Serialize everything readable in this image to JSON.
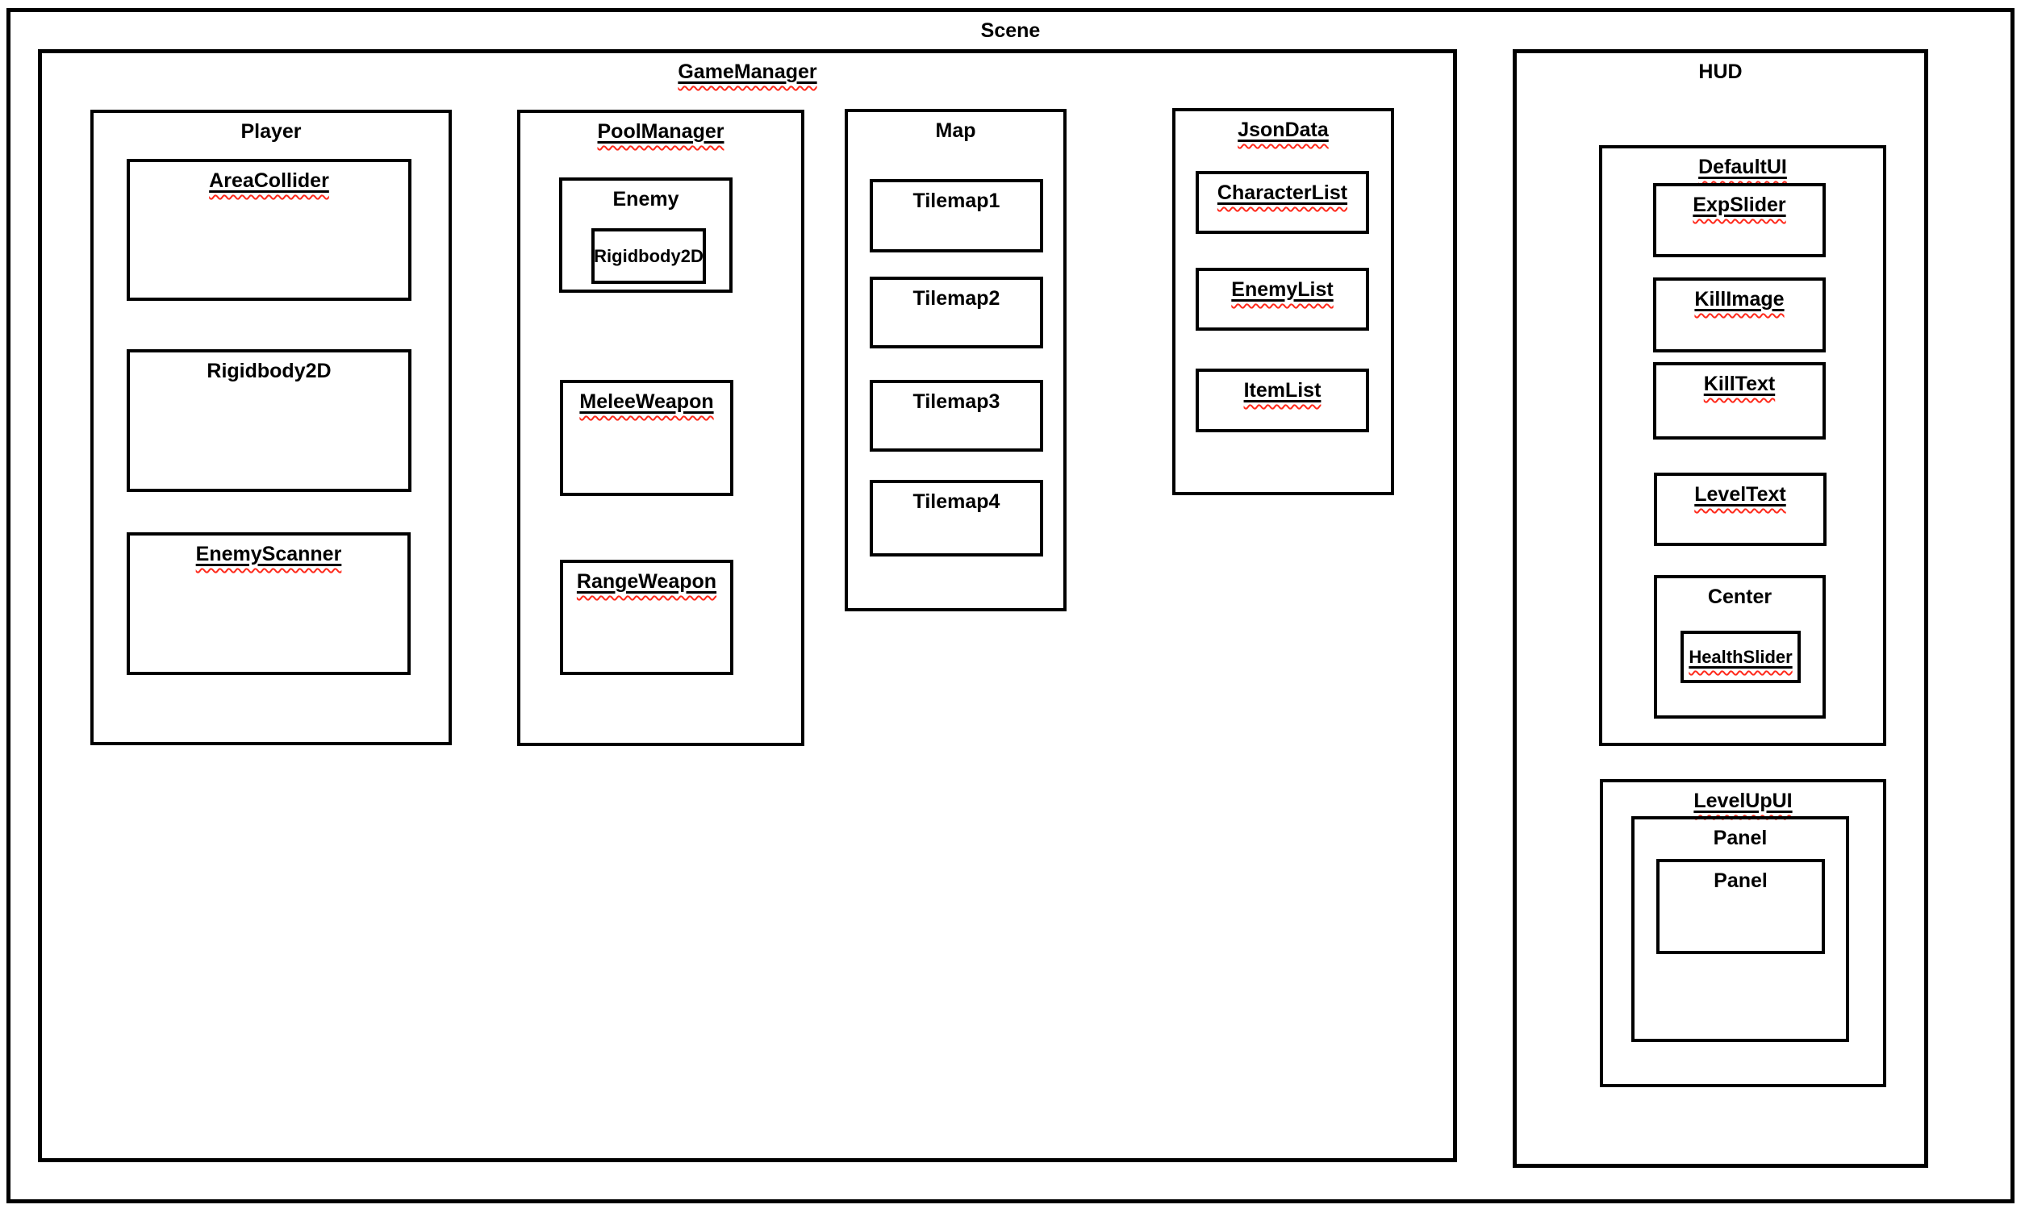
{
  "colors": {
    "line": "#000000",
    "text": "#000000",
    "squiggle": "#ff2a1c",
    "background": "#ffffff"
  },
  "diagram": {
    "scene": {
      "label": "Scene",
      "gameManager": {
        "label": "GameManager",
        "player": {
          "label": "Player",
          "areaCollider": {
            "label": "AreaCollider"
          },
          "rigidbody2d": {
            "label": "Rigidbody2D"
          },
          "enemyScanner": {
            "label": "EnemyScanner"
          }
        },
        "poolManager": {
          "label": "PoolManager",
          "enemy": {
            "label": "Enemy",
            "rigidbody2d": {
              "label": "Rigidbody2D"
            }
          },
          "meleeWeapon": {
            "label": "MeleeWeapon"
          },
          "rangeWeapon": {
            "label": "RangeWeapon"
          }
        },
        "map": {
          "label": "Map",
          "tilemap1": {
            "label": "Tilemap1"
          },
          "tilemap2": {
            "label": "Tilemap2"
          },
          "tilemap3": {
            "label": "Tilemap3"
          },
          "tilemap4": {
            "label": "Tilemap4"
          }
        },
        "jsonData": {
          "label": "JsonData",
          "characterList": {
            "label": "CharacterList"
          },
          "enemyList": {
            "label": "EnemyList"
          },
          "itemList": {
            "label": "ItemList"
          }
        }
      },
      "hud": {
        "label": "HUD",
        "defaultUI": {
          "label": "DefaultUI",
          "expSlider": {
            "label": "ExpSlider"
          },
          "killImage": {
            "label": "KillImage"
          },
          "killText": {
            "label": "KillText"
          },
          "levelText": {
            "label": "LevelText"
          },
          "center": {
            "label": "Center",
            "healthSlider": {
              "label": "HealthSlider"
            }
          }
        },
        "levelUpUI": {
          "label": "LevelUpUI",
          "panel": {
            "label": "Panel",
            "innerPanel": {
              "label": "Panel"
            }
          }
        }
      }
    }
  }
}
